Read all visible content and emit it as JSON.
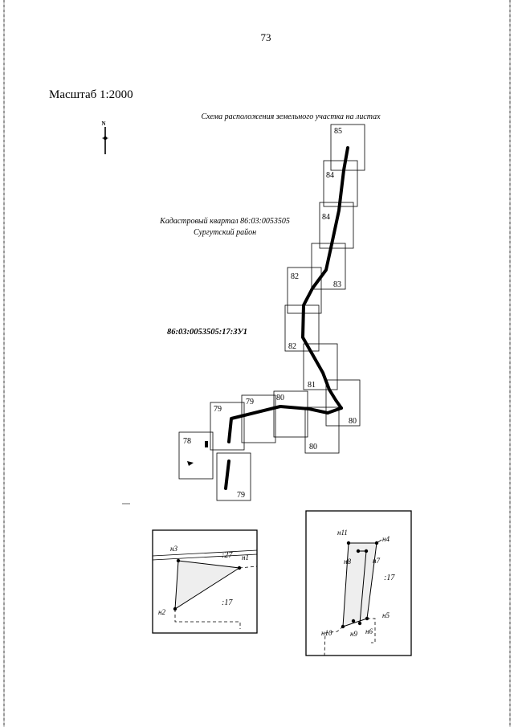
{
  "page_number": "73",
  "scale_label": "Масштаб 1:2000",
  "map_title": "Схема расположения земельного участка на листах",
  "north_label": "N",
  "quarter_label": "Кадастровый квартал 86:03:0053505",
  "district_label": "Сургутский район",
  "parcel_number": "86:03:0053505:17:ЗУ1",
  "sheets": [
    "85",
    "84",
    "84",
    "83",
    "82",
    "82",
    "81",
    "80",
    "80",
    "80",
    "79",
    "79",
    "79",
    "78"
  ],
  "inset_left": {
    "points": [
      "н1",
      "н2",
      "н3"
    ],
    "refs": [
      ":27",
      ":17"
    ]
  },
  "inset_right": {
    "points": [
      "н4",
      "н5",
      "н6",
      "н7",
      "н8",
      "н9",
      "н10",
      "н11"
    ],
    "refs": [
      ":17"
    ]
  }
}
